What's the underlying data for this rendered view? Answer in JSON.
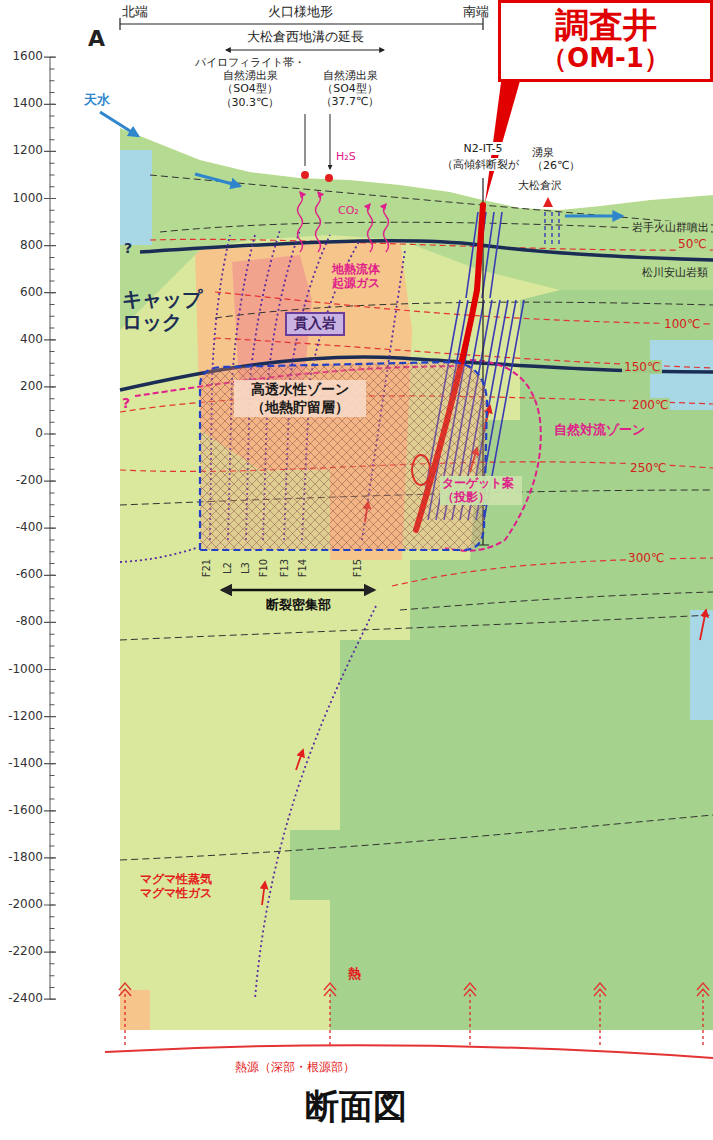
{
  "diagram": {
    "caption": "断面図",
    "nodes": [
      {
        "text": [
          "調査井",
          "（OM-1）"
        ]
      },
      {
        "text": [
          "貫入岩"
        ]
      },
      {
        "text": [
          "高透水性ゾーン （地熱貯留層）"
        ]
      }
    ],
    "labels": [
      "A",
      "北端",
      "火口様地形",
      "南端",
      "大松倉西地溝の延長",
      "天水",
      "パイロフィライト帯・ 自然湧出泉 （SO4型） （30.3℃）",
      "自然湧出泉 （SO4型） （37.7℃）",
      "N2-IT-5",
      "（高傾斜断裂が",
      "湧泉 （26℃）",
      "大松倉沢",
      "H₂S",
      "CO₂",
      "地熱流体 起源ガス",
      "キャップ ロック",
      "?",
      "?",
      "岩手火山群噴出",
      "松川安山岩類",
      "50℃",
      "100℃",
      "150℃",
      "200℃",
      "250℃",
      "300℃",
      "自然対流ゾーン",
      "ターゲット案 （投影）",
      "F21",
      "L2",
      "L3",
      "F10",
      "F13",
      "F14",
      "F15",
      "断裂密集部",
      "マグマ性蒸気 マグマ性ガス",
      "熱",
      "熱源（深部・根源部）",
      "1600",
      "1400",
      "1200",
      "1000",
      "800",
      "600",
      "400",
      "200",
      "0",
      "-200",
      "-400",
      "-600",
      "-800",
      "-1000",
      "-1200",
      "-1400",
      "-1600",
      "-1800",
      "-2000",
      "-2200",
      "-2400"
    ]
  }
}
